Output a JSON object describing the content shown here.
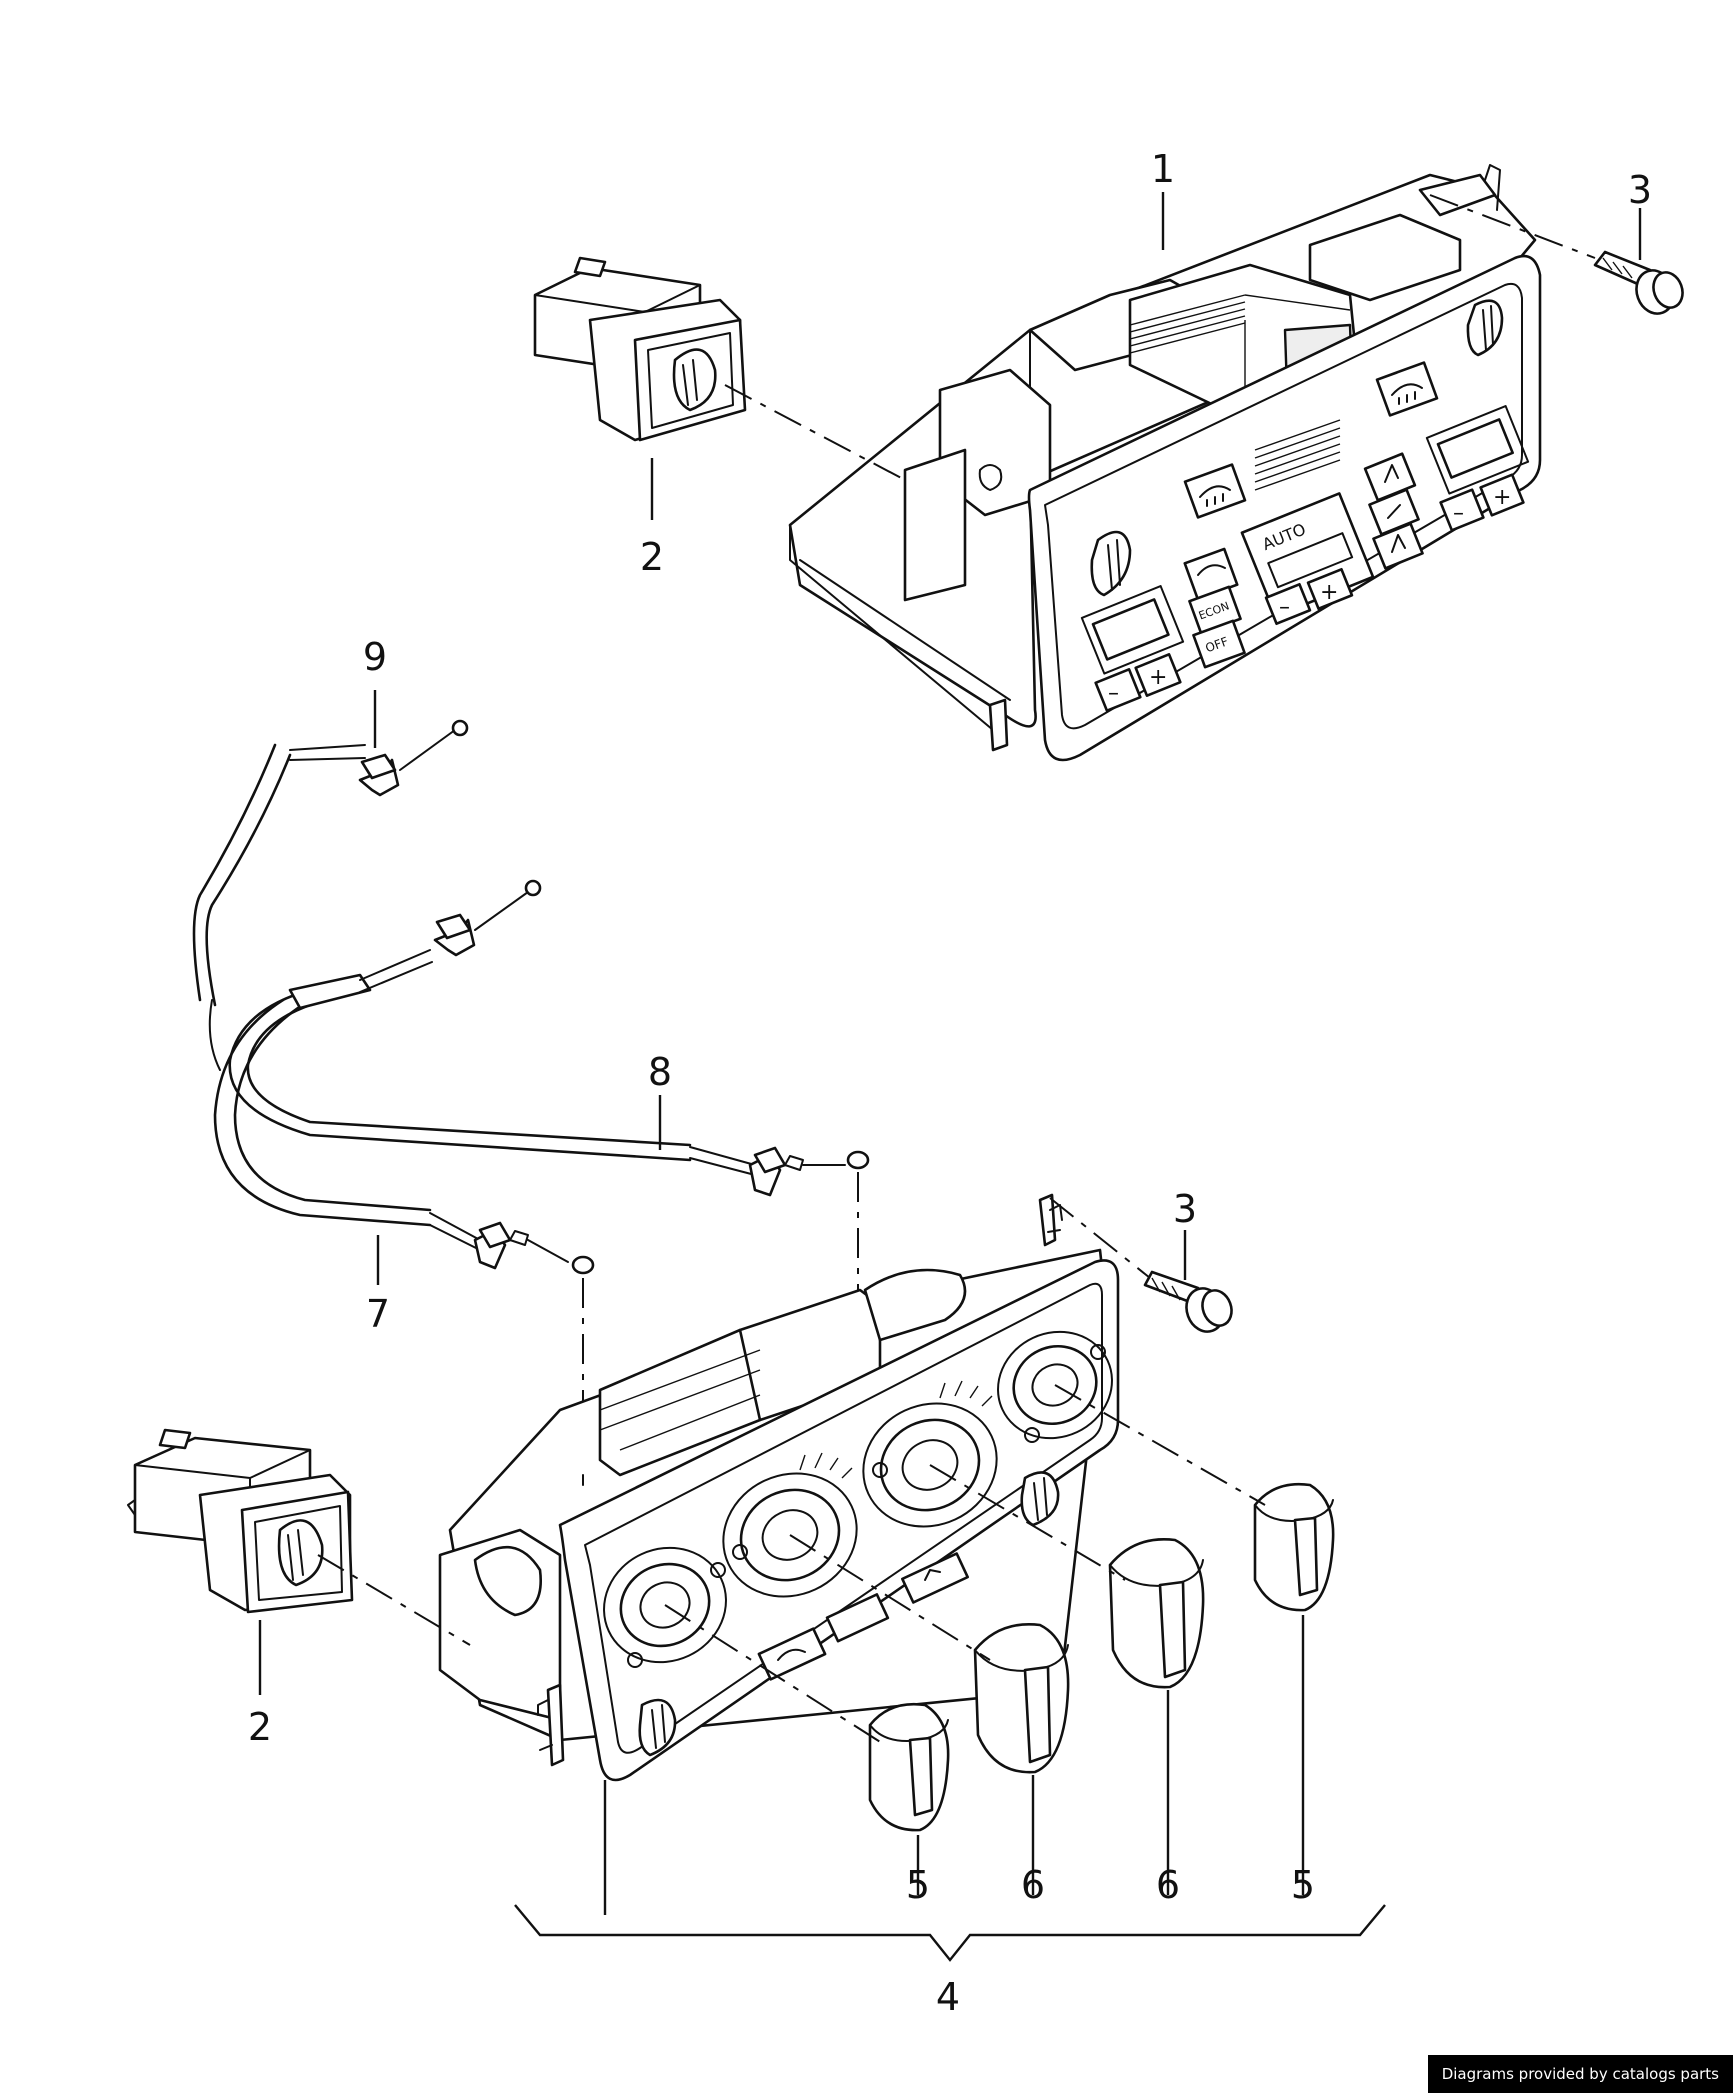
{
  "callouts": [
    "1",
    "2",
    "3",
    "2",
    "9",
    "8",
    "7",
    "3",
    "5",
    "6",
    "6",
    "5",
    "4"
  ],
  "panel_labels": {
    "auto": "AUTO",
    "econ": "ECON",
    "off": "OFF"
  },
  "footer": {
    "credit": "Diagrams provided by catalogs parts"
  }
}
